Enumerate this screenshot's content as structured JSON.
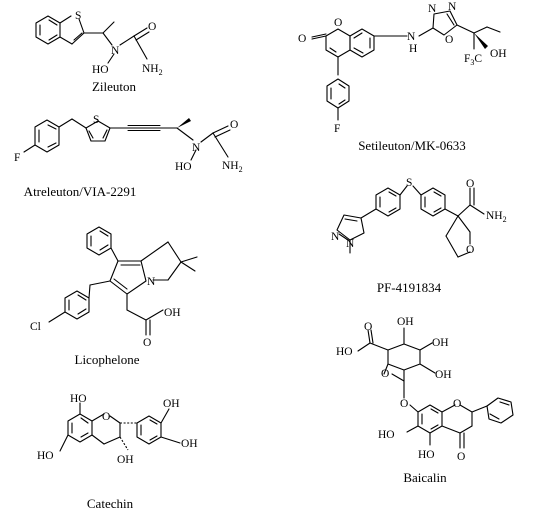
{
  "compounds": [
    {
      "name": "Zileuton",
      "atoms": {
        "s": "S",
        "n": "N",
        "ho": "HO",
        "o": "O",
        "nh2": "NH",
        "nh2_sub": "2"
      }
    },
    {
      "name": "Setileuton/MK-0633",
      "atoms": {
        "o_lactone": "O",
        "o_carbonyl": "O",
        "n1": "N",
        "n2": "N",
        "nh": "N",
        "h": "H",
        "o_ring": "O",
        "f3c": "F",
        "f3c_sub": "3",
        "f3c_c": "C",
        "oh": "OH",
        "f": "F"
      }
    },
    {
      "name": "Atreleuton/VIA-2291",
      "atoms": {
        "f": "F",
        "s": "S",
        "n": "N",
        "ho": "HO",
        "o": "O",
        "nh2": "NH",
        "nh2_sub": "2"
      }
    },
    {
      "name": "PF-4191834",
      "atoms": {
        "s": "S",
        "n1": "N",
        "n2": "N",
        "o_amide": "O",
        "nh2": "NH",
        "nh2_sub": "2",
        "o_ring": "O"
      }
    },
    {
      "name": "Licophelone",
      "atoms": {
        "n": "N",
        "cl": "Cl",
        "o": "O",
        "oh": "OH"
      }
    },
    {
      "name": "Baicalin",
      "atoms": {
        "ho_acid": "HO",
        "o_acid": "O",
        "oh1": "OH",
        "oh2": "OH",
        "oh3": "OH",
        "o_sugar": "O",
        "o_link": "O",
        "o_ring": "O",
        "ho1": "HO",
        "ho2": "HO",
        "o_keto": "O"
      }
    },
    {
      "name": "Catechin",
      "atoms": {
        "ho_top": "HO",
        "o_ring": "O",
        "oh1": "OH",
        "oh2": "OH",
        "ho_bottom": "HO",
        "oh3": "OH"
      }
    }
  ]
}
